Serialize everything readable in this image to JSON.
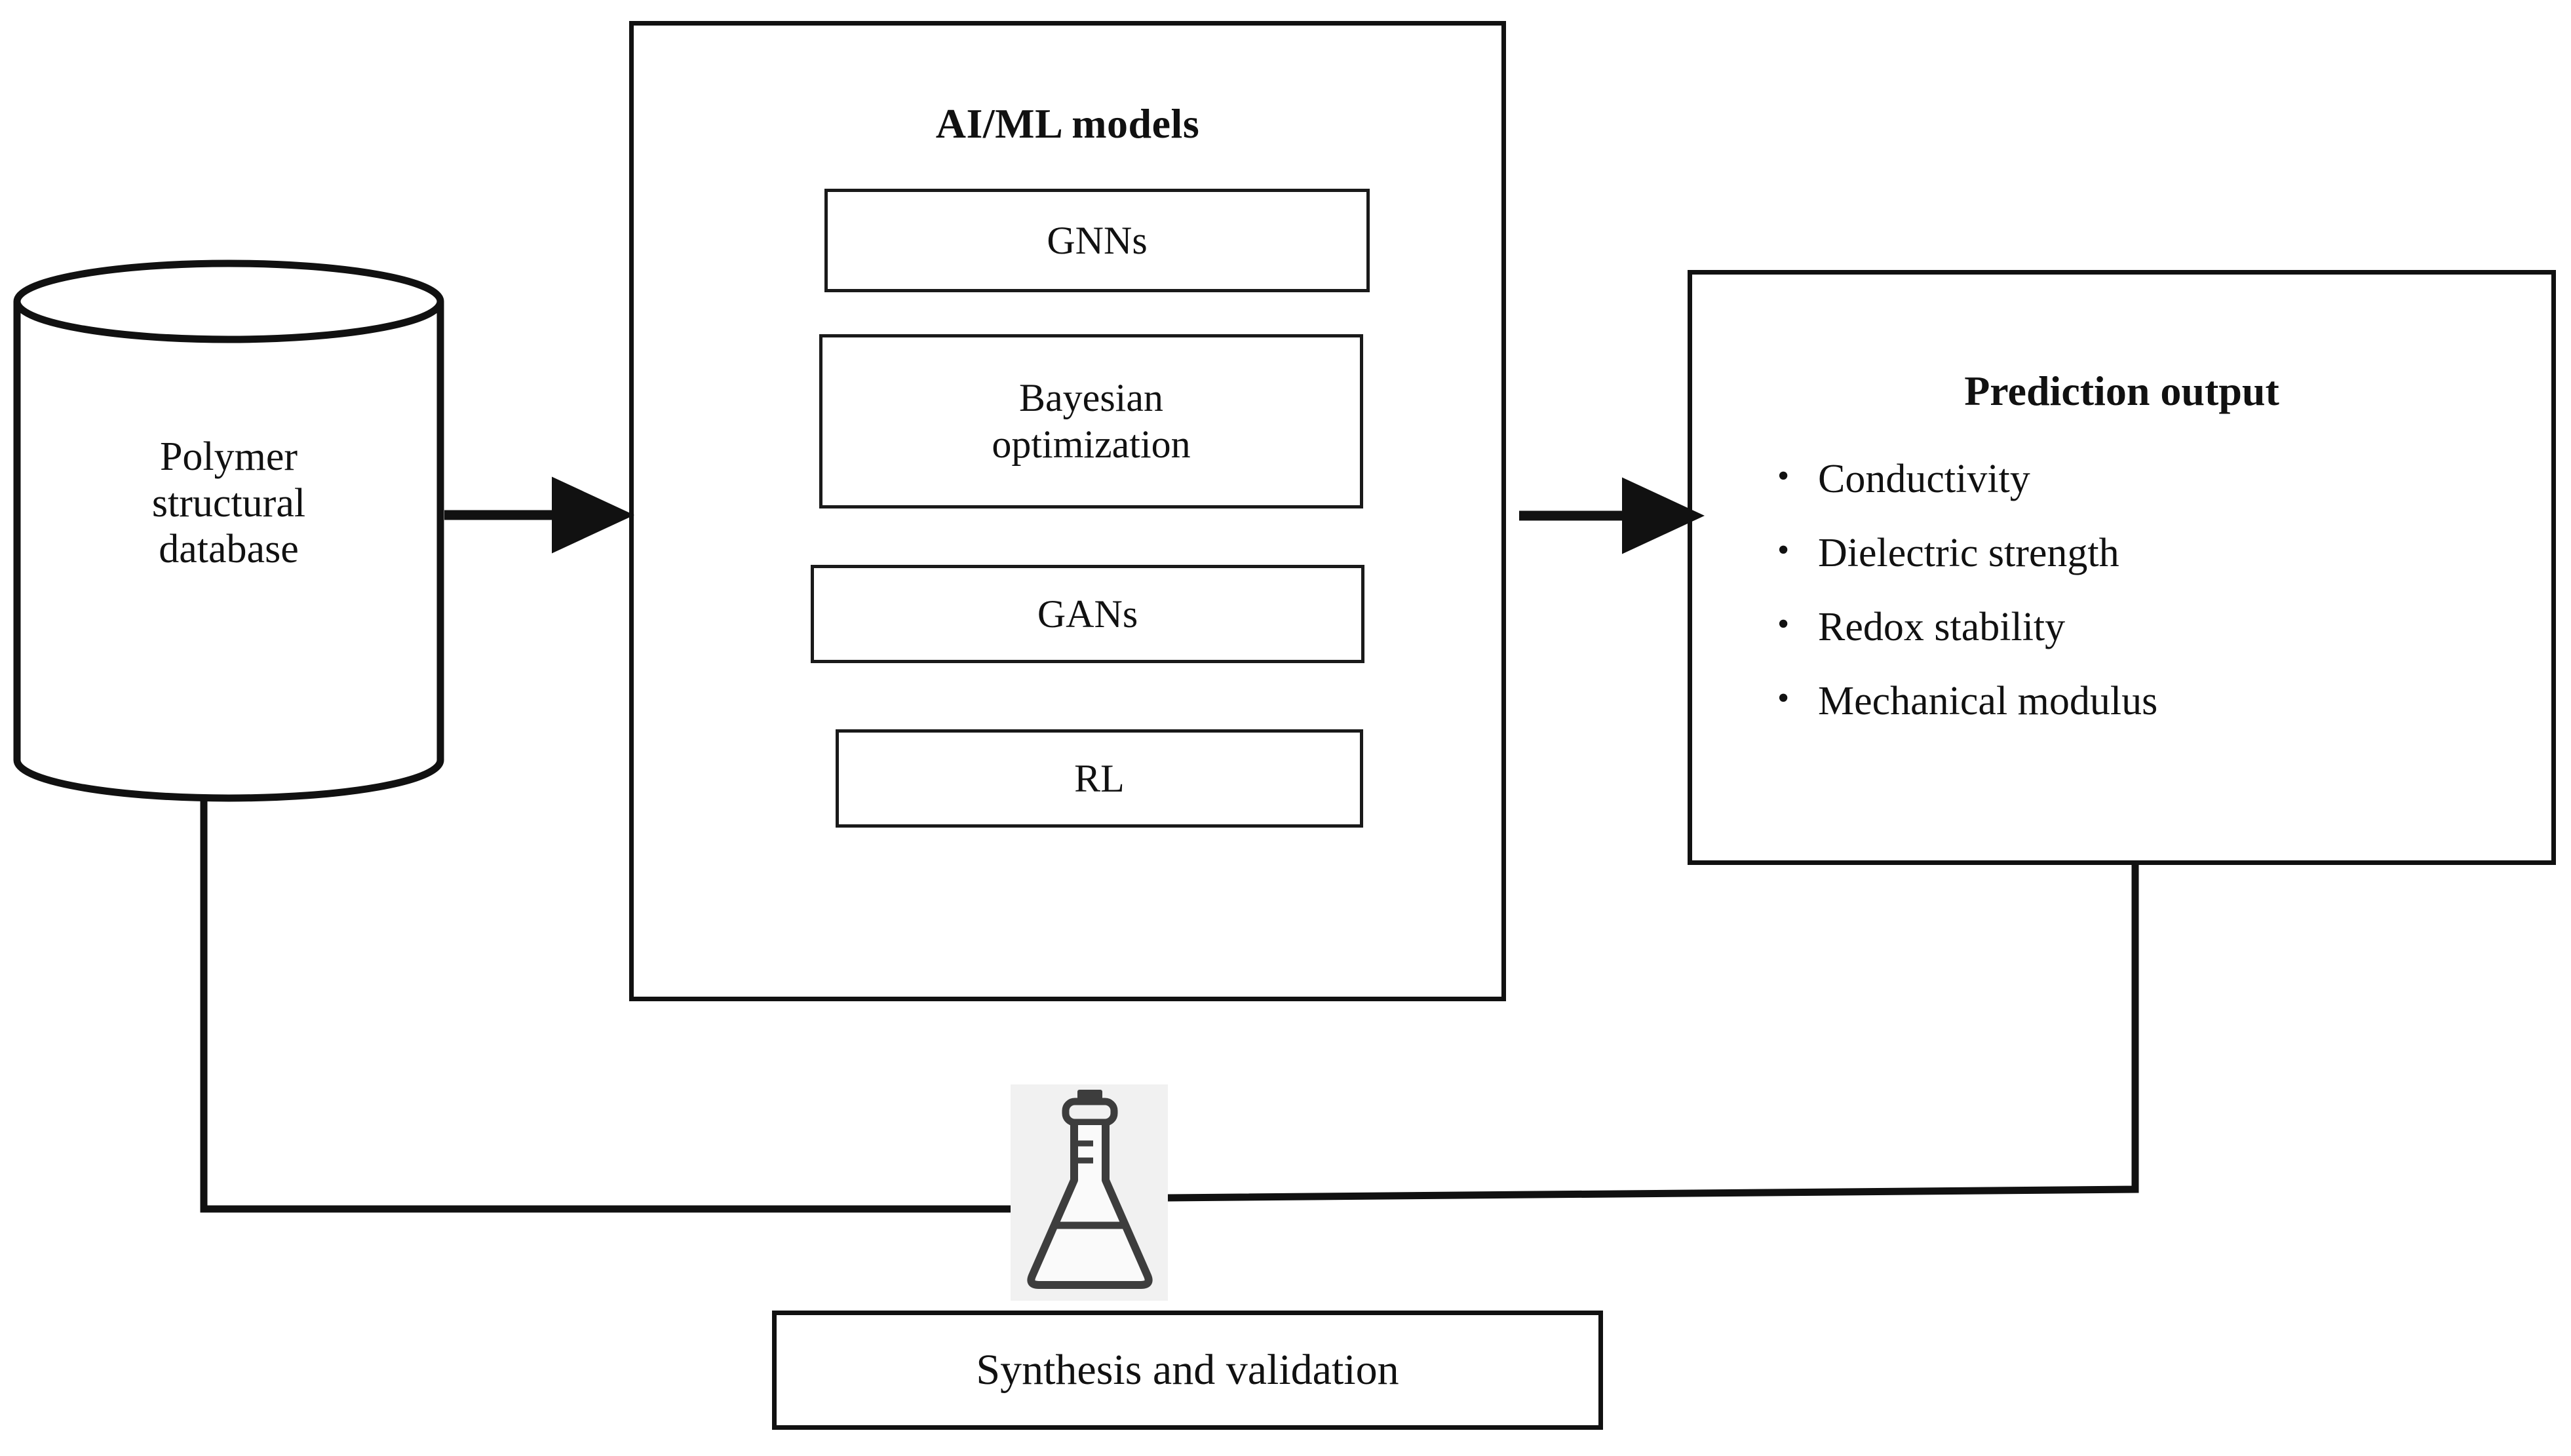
{
  "diagram": {
    "title_absent": true,
    "database": {
      "name": "polymer-structural-database",
      "lines": [
        "Polymer",
        "structural",
        "database"
      ]
    },
    "aiml_panel": {
      "title": "AI/ML models",
      "models": [
        {
          "id": "gnns",
          "lines": [
            "GNNs"
          ]
        },
        {
          "id": "bayes",
          "lines": [
            "Bayesian",
            "optimization"
          ]
        },
        {
          "id": "gans",
          "lines": [
            "GANs"
          ]
        },
        {
          "id": "rl",
          "lines": [
            "RL"
          ]
        }
      ]
    },
    "prediction": {
      "title": "Prediction output",
      "bullet_glyph": "•",
      "items": [
        "Conductivity",
        "Dielectric strength",
        "Redox stability",
        "Mechanical modulus"
      ]
    },
    "synthesis": {
      "label": "Synthesis and validation",
      "icon": "erlenmeyer-flask-icon"
    },
    "connectors": [
      {
        "id": "db-to-aiml",
        "type": "arrow",
        "from": "polymer-structural-database",
        "to": "aiml-panel"
      },
      {
        "id": "aiml-to-prediction",
        "type": "arrow",
        "from": "aiml-panel",
        "to": "prediction-output"
      },
      {
        "id": "db-to-synthesis",
        "type": "line",
        "from": "polymer-structural-database",
        "to": "synthesis-and-validation"
      },
      {
        "id": "prediction-to-synthesis",
        "type": "line",
        "from": "prediction-output",
        "to": "synthesis-and-validation"
      }
    ],
    "colors": {
      "stroke": "#111111",
      "background": "#ffffff",
      "icon_backdrop": "#f1f1f1",
      "icon_stroke": "#3d3d3d"
    }
  }
}
